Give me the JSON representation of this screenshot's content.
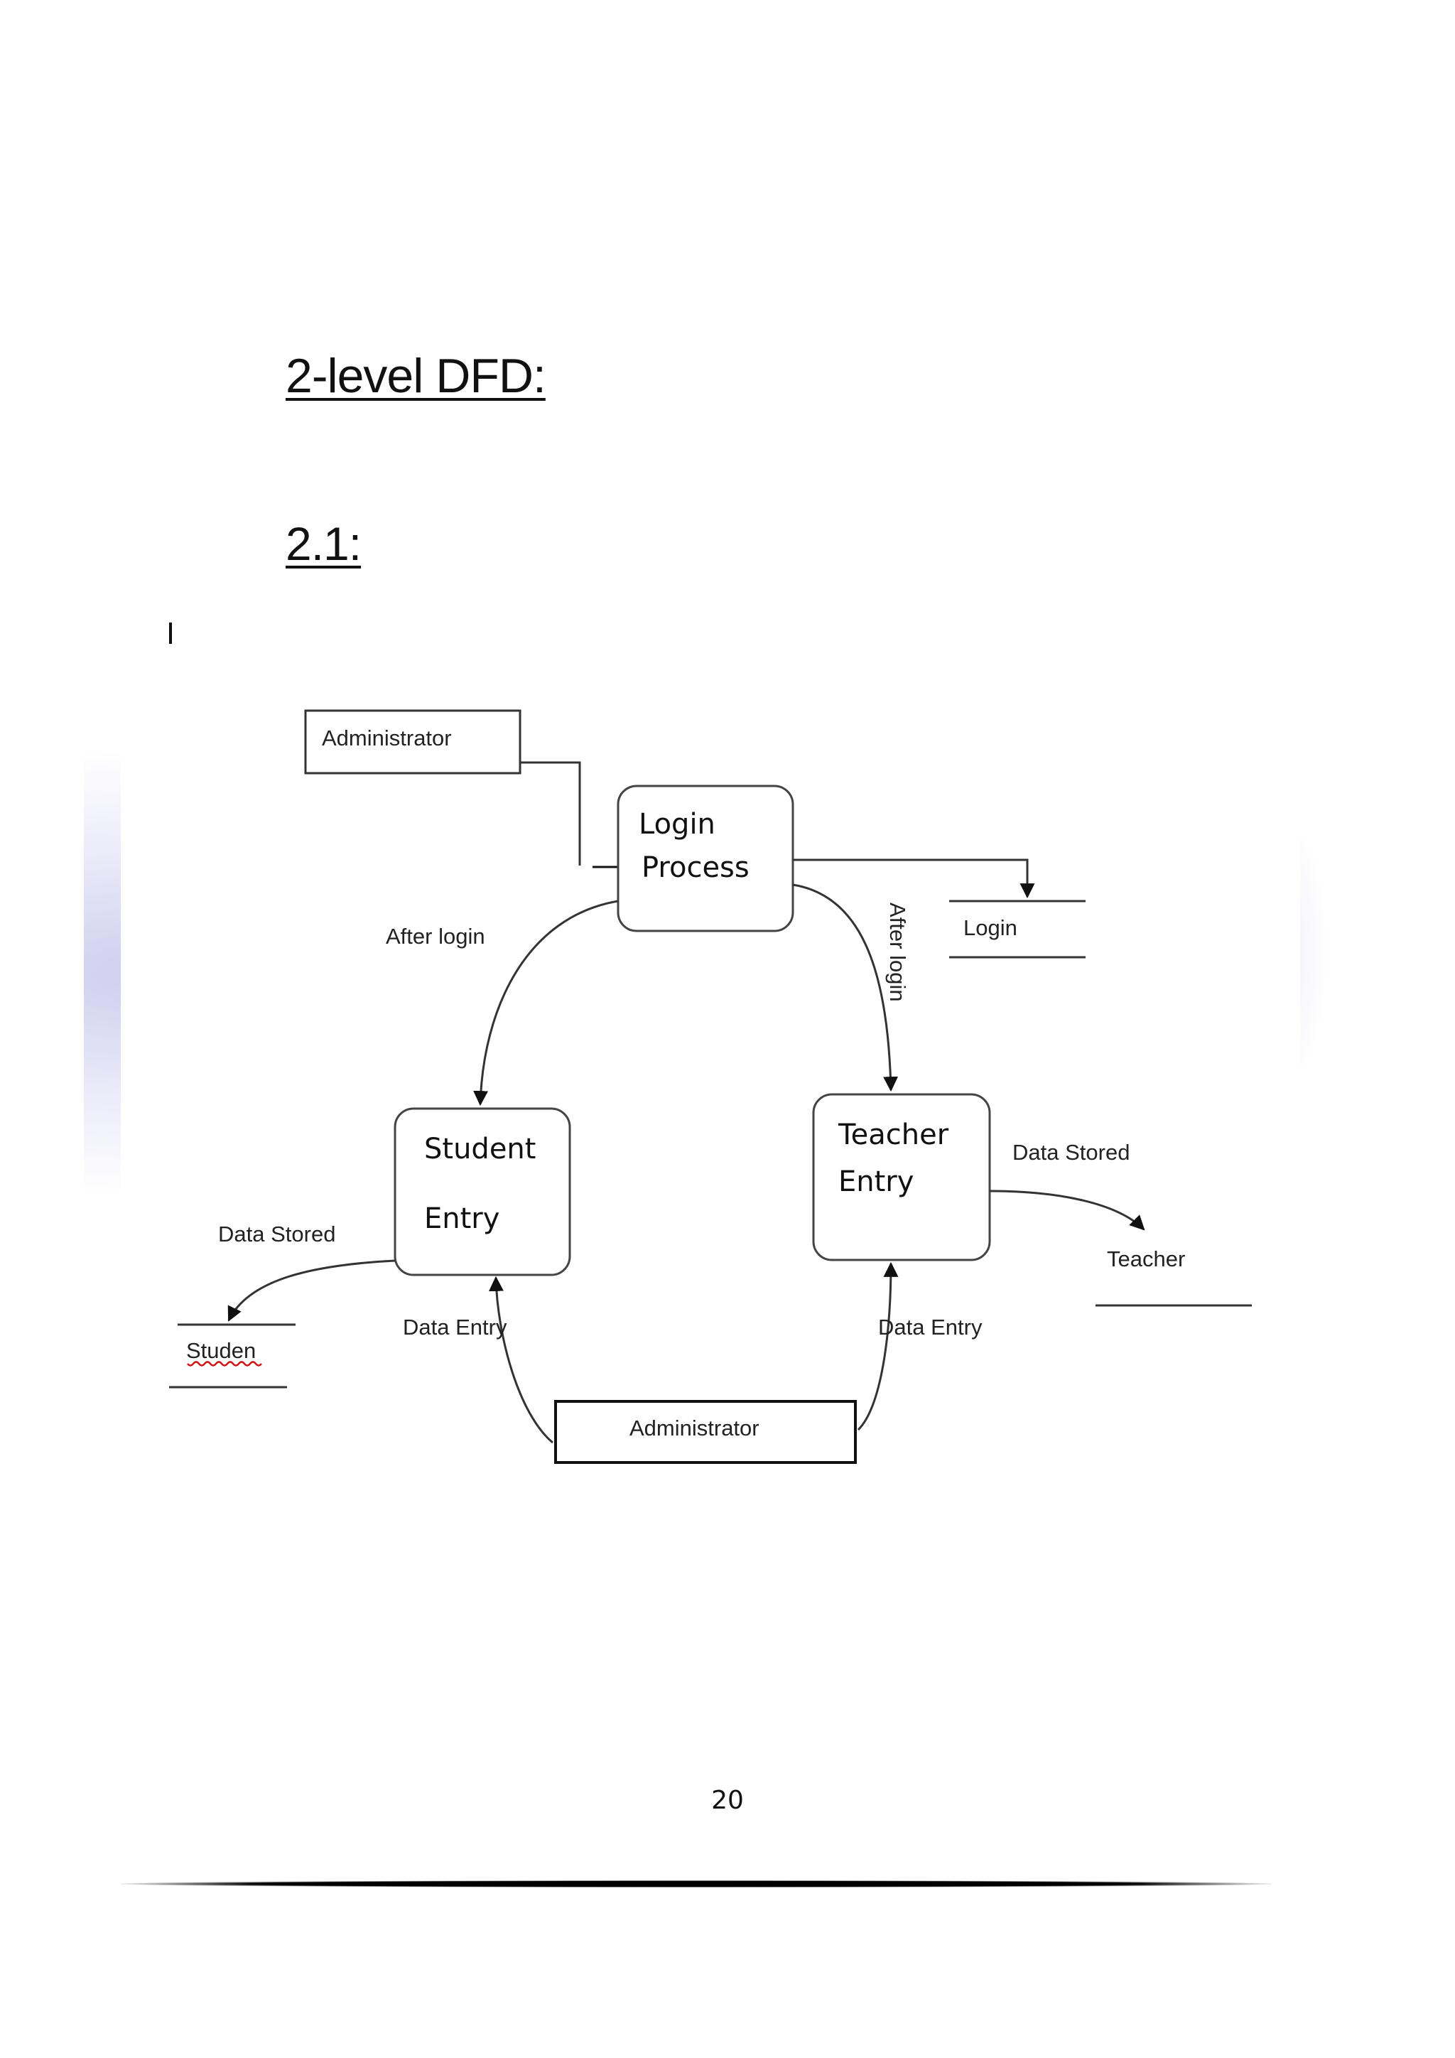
{
  "headings": {
    "main": "2-level DFD:",
    "sub": "2.1:"
  },
  "cursor_mark": "I",
  "diagram": {
    "entities": {
      "admin_top": "Administrator",
      "admin_bottom": "Administrator"
    },
    "processes": {
      "login": [
        "Login",
        "Process"
      ],
      "student": [
        "Student",
        "Entry"
      ],
      "teacher": [
        "Teacher",
        "Entry"
      ]
    },
    "stores": {
      "login": "Login",
      "student": "Studen",
      "teacher": "Teacher"
    },
    "flows": {
      "after_login_left": "After login",
      "after_login_right": "After login",
      "data_stored_left": "Data Stored",
      "data_stored_right": "Data Stored",
      "data_entry_left": "Data Entry",
      "data_entry_right": "Data Entry"
    },
    "spellcheck_color": "#d01010"
  },
  "page_number": "20"
}
